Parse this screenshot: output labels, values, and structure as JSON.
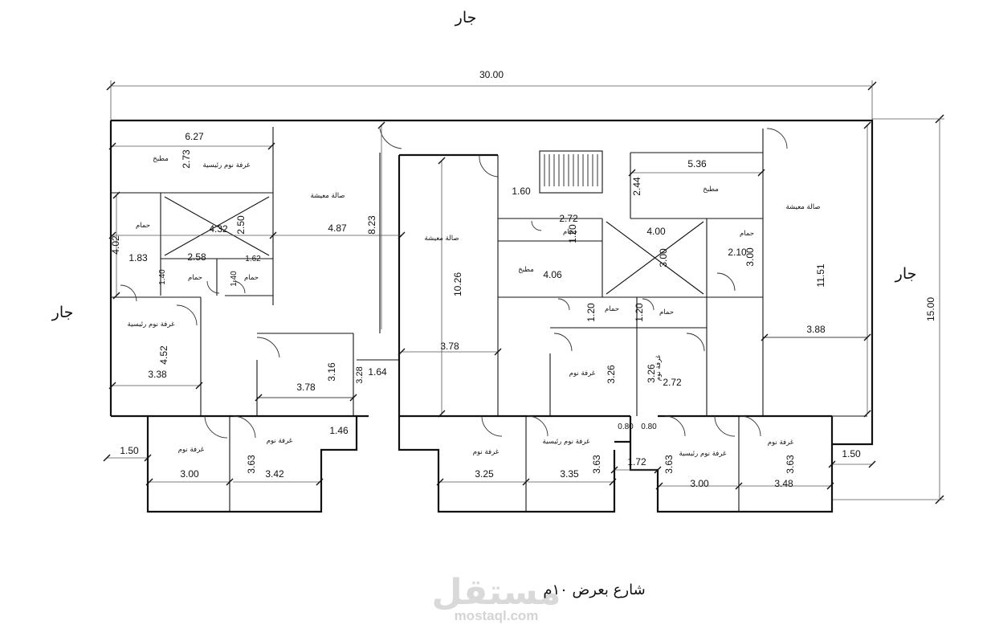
{
  "neighbors": {
    "top": "جار",
    "left": "جار",
    "right": "جار"
  },
  "street": "شارع بعرض ١٠م",
  "watermark": {
    "arabic": "مستقل",
    "latin": "mostaql.com"
  },
  "overall": {
    "width": "30.00",
    "depth": "15.00"
  },
  "rooms": {
    "kitchen_a": "مطبخ",
    "master_bed_top": "غرفة نوم رئيسية",
    "living_a": "صالة معيشة",
    "bath_a": "حمام",
    "bath_b": "حمام",
    "bath_c": "حمام",
    "master_bed_left": "غرفة نوم رئيسية",
    "bed_a": "غرفة نوم",
    "bed_b": "غرفة نوم",
    "living_b": "صالة معيشة",
    "kitchen_b": "مطبخ",
    "bath_d": "حمام",
    "bed_c": "غرفة نوم",
    "master_bed_b": "غرفة نوم رئيسية",
    "kitchen_c": "مطبخ",
    "living_c": "صالة معيشة",
    "bath_e": "حمام",
    "bath_f": "حمام",
    "bath_g": "حمام",
    "bed_d": "غرفة نوم",
    "master_bed_c": "غرفة نوم رئيسية",
    "bed_e": "غرفة نوم"
  },
  "dims": {
    "d627": "6.27",
    "d273": "2.73",
    "d823": "8.23",
    "d487": "4.87",
    "d402": "4.02",
    "d183": "1.83",
    "d432": "4.32",
    "d250": "2.50",
    "d258": "2.58",
    "d162": "1.62",
    "d140a": "1.40",
    "d140b": "1.40",
    "d452": "4.52",
    "d338": "3.38",
    "d316": "3.16",
    "d378a": "3.78",
    "d328": "3.28",
    "d164": "1.64",
    "d146": "1.46",
    "d150a": "1.50",
    "d300a": "3.00",
    "d363a": "3.63",
    "d342": "3.42",
    "d1026": "10.26",
    "d378b": "3.78",
    "d160": "1.60",
    "d272a": "2.72",
    "d120a": "1.20",
    "d406": "4.06",
    "d120b": "1.20",
    "d120c": "1.20",
    "d326a": "3.26",
    "d325": "3.25",
    "d335": "3.35",
    "d363b": "3.63",
    "d080a": "0.80",
    "d080b": "0.80",
    "d172": "1.72",
    "d244": "2.44",
    "d536": "5.36",
    "d400": "4.00",
    "d300b": "3.00",
    "d210": "2.10",
    "d300c": "3.00",
    "d1151": "11.51",
    "d388": "3.88",
    "d326b": "3.26",
    "d272b": "2.72",
    "d363c": "3.63",
    "d300d": "3.00",
    "d363d": "3.63",
    "d348": "3.48",
    "d150b": "1.50"
  }
}
